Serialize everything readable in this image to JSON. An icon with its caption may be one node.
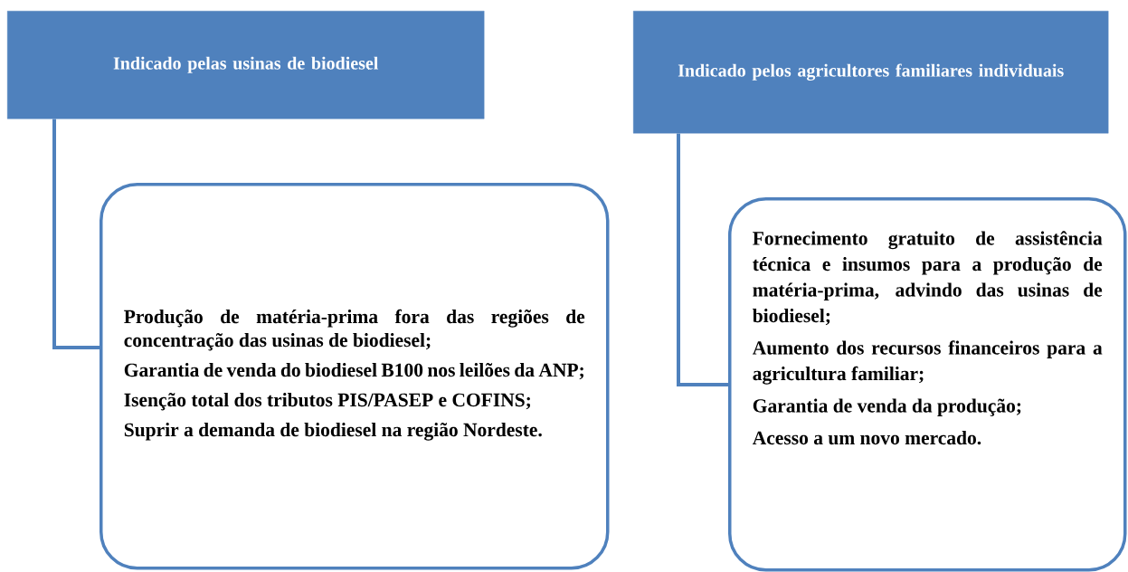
{
  "diagram": {
    "nodes": [
      {
        "text": [
          "Indicado pelas usinas de biodiesel"
        ]
      },
      {
        "text": [
          "Produção de matéria-prima fora das regiões de concentração das usinas de biodiesel;",
          "Garantia de venda do biodiesel B100 nos leilões da ANP;",
          "Isenção total dos tributos PIS/PASEP e COFINS;",
          "Suprir a demanda de biodiesel na região Nordeste."
        ]
      },
      {
        "text": [
          "Indicado pelos agricultores familiares individuais"
        ]
      },
      {
        "text": [
          "Fornecimento gratuito de assistência técnica e insumos para a produção de matéria-prima, advindo das usinas de biodiesel;",
          "Aumento dos recursos financeiros para a agricultura familiar;",
          "Garantia de venda da produção;",
          "Acesso a um novo mercado."
        ]
      }
    ],
    "edges": [
      {
        "from": 0,
        "to": 1,
        "arrow": "none"
      },
      {
        "from": 2,
        "to": 3,
        "arrow": "none"
      }
    ]
  }
}
